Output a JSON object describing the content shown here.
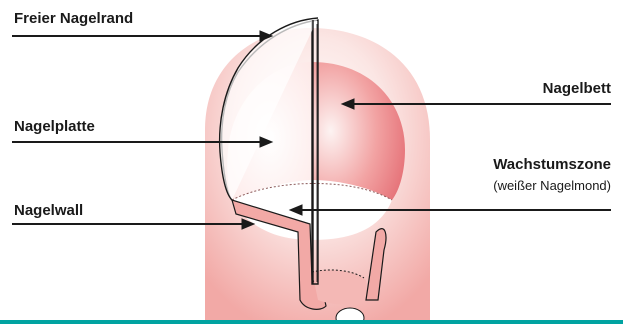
{
  "labels": {
    "freier_nagelrand": "Freier Nagelrand",
    "nagelplatte": "Nagelplatte",
    "nagelwall": "Nagelwall",
    "nagelbett": "Nagelbett",
    "wachstumszone": "Wachstumszone",
    "wachstumszone_sub": "(weißer Nagelmond)"
  },
  "colors": {
    "skin_light": "#fbe3e1",
    "skin_mid": "#f3b9b6",
    "nail_bed": "#e8747a",
    "outline": "#1a1a1a",
    "accent_bar": "#00a3a1"
  }
}
